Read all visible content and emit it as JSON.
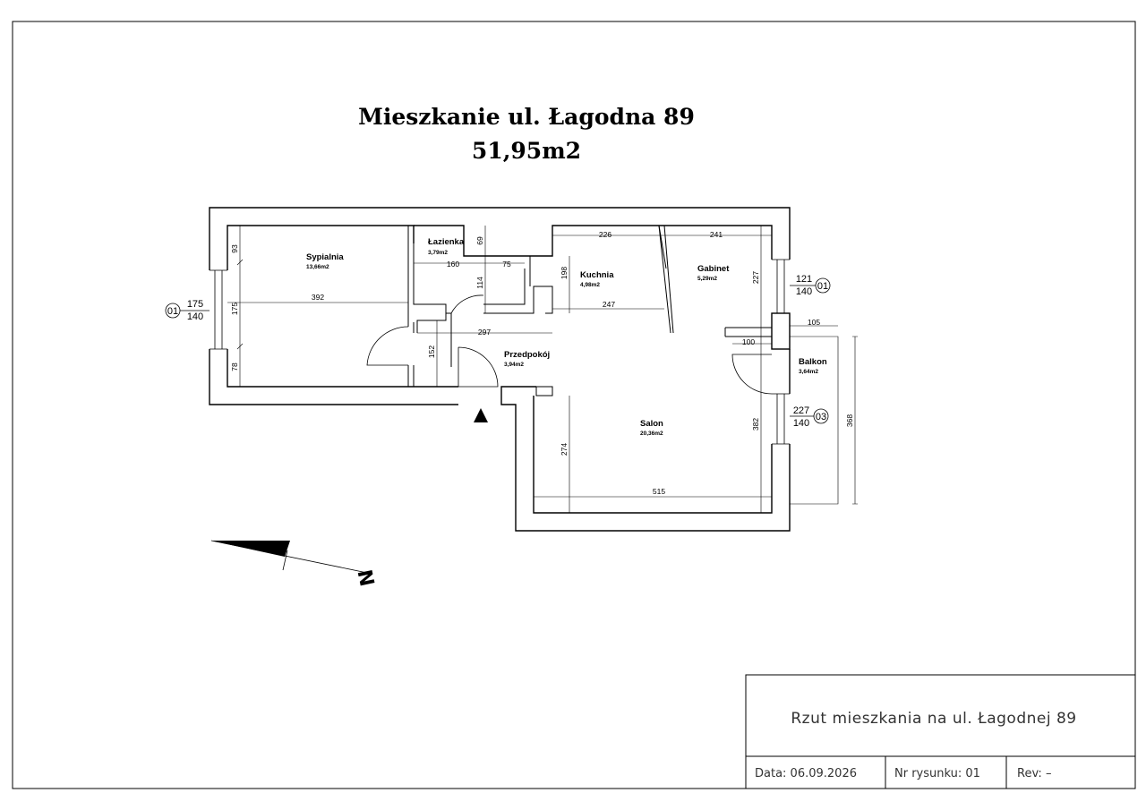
{
  "header": {
    "title": "Mieszkanie ul. Łagodna 89",
    "total_area": "51,95m2"
  },
  "rooms": [
    {
      "name": "Sypialnia",
      "area": "13,66m2"
    },
    {
      "name": "Łazienka",
      "area": "3,79m2"
    },
    {
      "name": "Kuchnia",
      "area": "4,98m2"
    },
    {
      "name": "Gabinet",
      "area": "5,29m2"
    },
    {
      "name": "Przedpokój",
      "area": "3,94m2"
    },
    {
      "name": "Salon",
      "area": "20,36m2"
    },
    {
      "name": "Balkon",
      "area": "3,64m2"
    }
  ],
  "dimensions": [
    "93",
    "175",
    "78",
    "392",
    "69",
    "160",
    "75",
    "114",
    "152",
    "297",
    "198",
    "247",
    "226",
    "241",
    "227",
    "105",
    "100",
    "274",
    "515",
    "382",
    "368"
  ],
  "windows": [
    {
      "id": "01",
      "width": "175",
      "height": "140"
    },
    {
      "id": "01",
      "width": "121",
      "height": "140"
    },
    {
      "id": "03",
      "width": "227",
      "height": "140"
    }
  ],
  "compass": {
    "label": "N"
  },
  "title_block": {
    "drawing_title": "Rzut mieszkania na ul. Łagodnej 89",
    "date": "Data: 06.09.2026",
    "drawing_no": "Nr rysunku: 01",
    "rev": "Rev:  –"
  }
}
